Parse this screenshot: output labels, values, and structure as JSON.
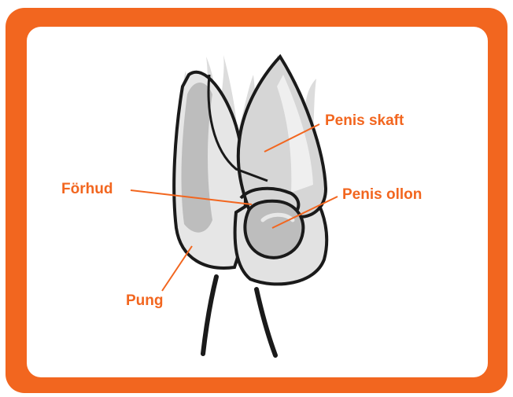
{
  "colors": {
    "frame": "#f2661f",
    "label": "#f2661f",
    "ink": "#1a1a1a",
    "shade": "#b9b9b9",
    "light": "#dedede"
  },
  "labels": {
    "shaft": "Penis skaft",
    "glans": "Penis ollon",
    "foreskin": "Förhud",
    "scrotum": "Pung"
  }
}
